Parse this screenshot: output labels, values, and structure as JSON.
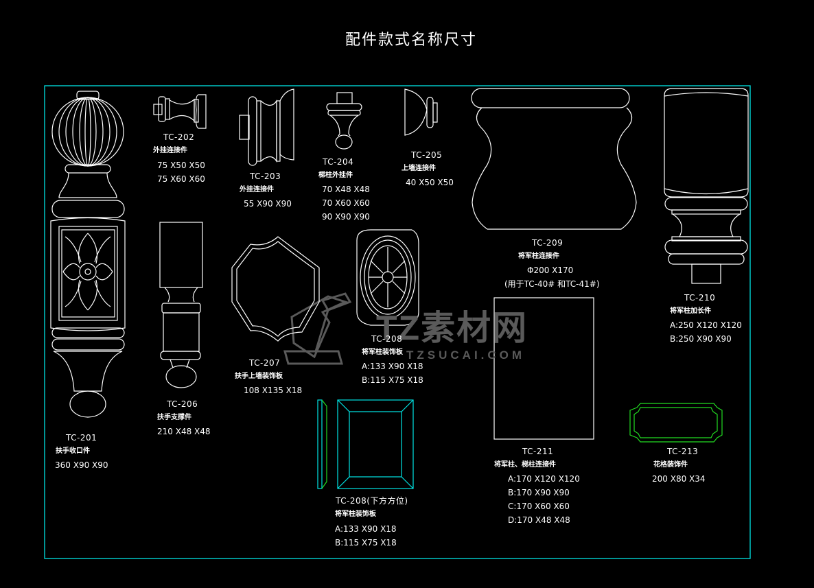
{
  "title": "配件款式名称尺寸",
  "colors": {
    "background": "#000000",
    "frame": "#00e5e5",
    "outline": "#ffffff",
    "green_outline": "#22dd22",
    "watermark": "#5a5a5a"
  },
  "watermark": {
    "main": "TZ素材网",
    "sub": "TZSUCAI.COM"
  },
  "parts": [
    {
      "code": "TC-201",
      "name": "扶手收口件",
      "dims": [
        "360 X90 X90"
      ]
    },
    {
      "code": "TC-202",
      "name": "外挂连接件",
      "dims": [
        "75 X50 X50",
        "75 X60 X60"
      ]
    },
    {
      "code": "TC-203",
      "name": "外挂连接件",
      "dims": [
        "55 X90 X90"
      ]
    },
    {
      "code": "TC-204",
      "name": "梯柱外挂件",
      "dims": [
        "70 X48 X48",
        "70 X60 X60",
        "90 X90 X90"
      ]
    },
    {
      "code": "TC-205",
      "name": "上墙连接件",
      "dims": [
        "40 X50 X50"
      ]
    },
    {
      "code": "TC-206",
      "name": "扶手支撑件",
      "dims": [
        "210 X48 X48"
      ]
    },
    {
      "code": "TC-207",
      "name": "扶手上墙装饰板",
      "dims": [
        "108 X135 X18"
      ]
    },
    {
      "code": "TC-208",
      "name": "将军柱装饰板",
      "dims": [
        "A:133 X90 X18",
        "B:115 X75 X18"
      ]
    },
    {
      "code": "TC-208(下方方位)",
      "name": "将军柱装饰板",
      "dims": [
        "A:133 X90 X18",
        "B:115 X75 X18"
      ]
    },
    {
      "code": "TC-209",
      "name": "将军柱连接件",
      "dims": [
        "Φ200 X170",
        "(用于TC-40# 和TC-41#)"
      ]
    },
    {
      "code": "TC-210",
      "name": "将军柱加长件",
      "dims": [
        "A:250 X120 X120",
        "B:250 X90 X90"
      ]
    },
    {
      "code": "TC-211",
      "name": "将军柱、梯柱连接件",
      "dims": [
        "A:170 X120 X120",
        "B:170 X90 X90",
        "C:170 X60 X60",
        "D:170 X48 X48"
      ]
    },
    {
      "code": "TC-213",
      "name": "花格装饰件",
      "dims": [
        "200 X80 X34"
      ]
    }
  ]
}
